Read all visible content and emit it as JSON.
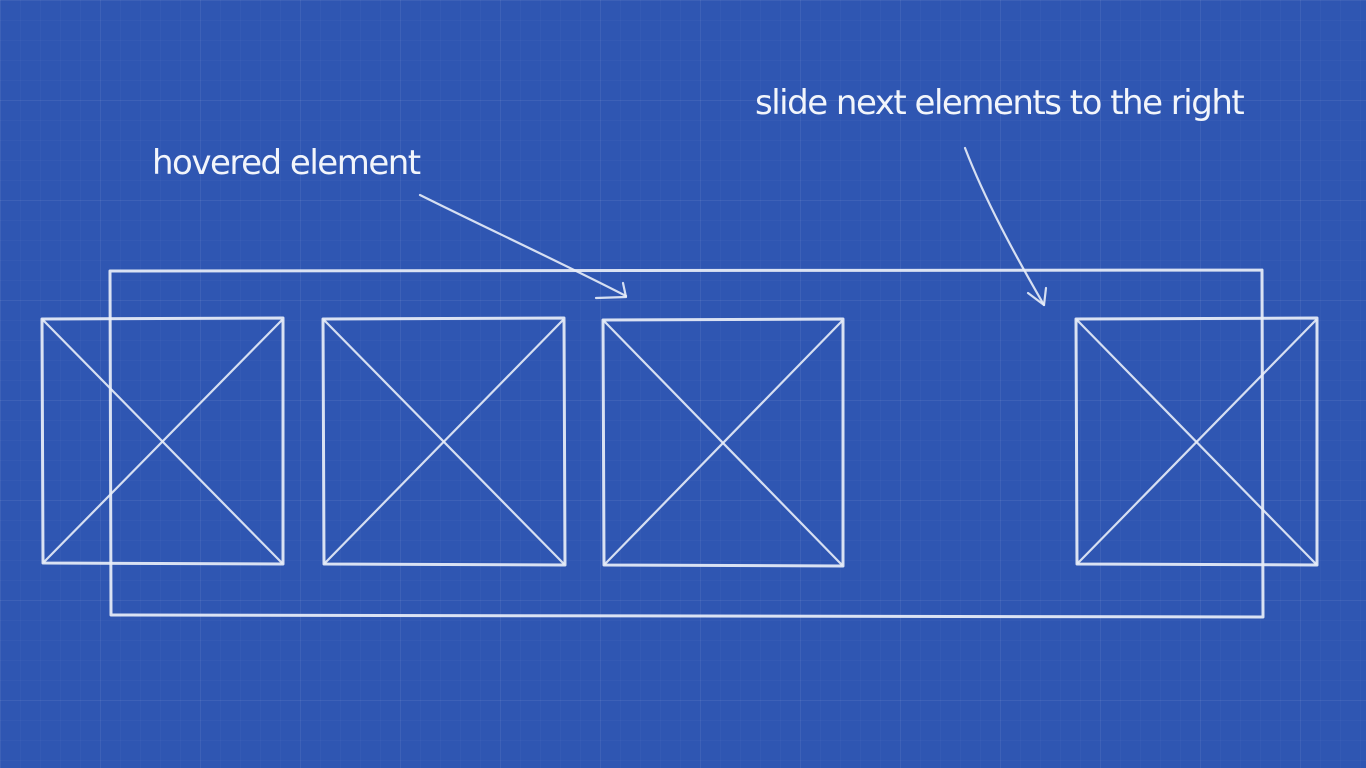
{
  "annotations": {
    "hovered": "hovered element",
    "slide": "slide next elements to the right"
  },
  "placeholders": [
    {
      "name": "item-1",
      "state": "normal"
    },
    {
      "name": "item-2",
      "state": "normal"
    },
    {
      "name": "item-3",
      "state": "hovered"
    },
    {
      "name": "item-4",
      "state": "shifted-right"
    }
  ],
  "colors": {
    "background": "#2f56b2",
    "stroke": "#e9eef8"
  }
}
